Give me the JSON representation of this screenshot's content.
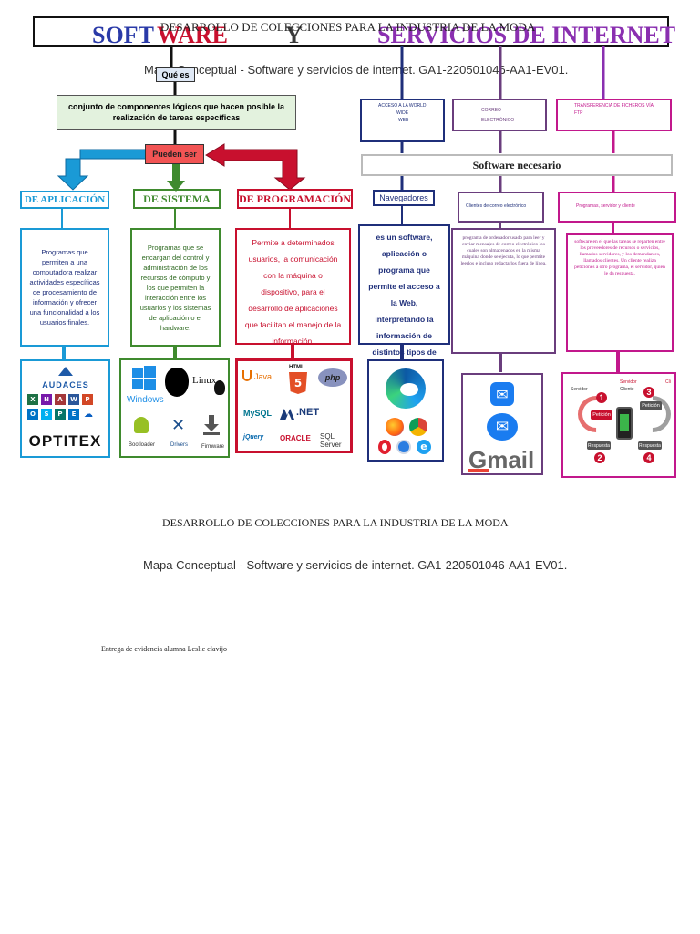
{
  "title": {
    "overlay": "DESARROLLO DE COLECCIONES PARA LA INDUSTRIA DE LA MODA",
    "word_soft": "SOFT",
    "word_ware": "WARE",
    "word_y": "Y",
    "word_servicios": "SERVICIOS DE INTERNET"
  },
  "subtitle_top": "Mapa Conceptual - Software y servicios de internet. GA1-220501046-AA1-EV01.",
  "left_map": {
    "que_es": "Qué es",
    "definition": "conjunto de componentes lógicos que hacen posible la realización de tareas específicas",
    "pueden_ser": "Pueden ser",
    "categories": [
      {
        "title": "DE APLICACIÓN",
        "color": "#1a9ad6",
        "description": "Programas que permiten a una computadora realizar actividades específicas de procesamiento de información y ofrecer una funcionalidad a los usuarios finales.",
        "logos": [
          "AUDACES",
          "OPTITEX"
        ]
      },
      {
        "title": "DE SISTEMA",
        "color": "#3f8a2e",
        "description": "Programas que se encargan del control y administración de los recursos de cómputo y los que permiten la interacción entre los usuarios y los sistemas de aplicación o el hardware.",
        "logos": [
          "Windows",
          "Linux",
          "Bootloader",
          "Drivers",
          "Firmware"
        ]
      },
      {
        "title": "DE PROGRAMACIÓN",
        "color": "#c8102e",
        "description": "Permite a determinados usuarios, la comunicación con la máquina o dispositivo, para el desarrollo de aplicaciones que facilitan el manejo de la información.",
        "logos": [
          "Java",
          "HTML",
          "php",
          "MySQL",
          ".NET",
          "ORACLE",
          "SQL Server",
          "jQuery"
        ]
      }
    ]
  },
  "right_map": {
    "services": [
      {
        "label_lines": [
          "ACCESO A LA WORLD",
          "WIDE",
          "WEB"
        ],
        "color": "#1f2f7a"
      },
      {
        "label_lines": [
          "CORREO",
          "ELECTRÓNICO"
        ],
        "color": "#6a3d7d"
      },
      {
        "label_lines": [
          "TRANSFERENCIA DE FICHEROS VÍA",
          "FTP"
        ],
        "color": "#c2188c"
      }
    ],
    "software_necesario": "Software necesario",
    "tools": [
      {
        "title": "Navegadores",
        "color": "#1f2f7a",
        "description": "es un software, aplicación o programa que permite el acceso a la Web, interpretando la información de distintos tipos de archivos y sitios"
      },
      {
        "title": "Clientes de correo electrónico",
        "color": "#6a3d7d",
        "description": "programa de ordenador usado para leer y enviar mensajes de correo electrónico los cuales son almacenados en la misma máquina donde se ejecuta, lo que permite leerlos e incluso redactarlos fuera de línea.",
        "logo_text": "Gmail"
      },
      {
        "title": "Programas, servidor y cliente",
        "color": "#c2188c",
        "description": "software en el que las tareas se reparten entre los proveedores de recursos o servicios, llamados servidores, y los demandantes, llamados clientes. Un cliente realiza peticiones a otro programa, el servidor, quien le da respuesta.",
        "diagram_labels": [
          "Servidor",
          "Cliente",
          "Servidor",
          "Petición",
          "Respuesta",
          "Petición",
          "Respuesta",
          "1",
          "2",
          "3",
          "4",
          "Cli"
        ]
      }
    ]
  },
  "footer": {
    "heading": "DESARROLLO DE COLECCIONES PARA LA INDUSTRIA DE LA MODA",
    "subheading": "Mapa Conceptual - Software y servicios de internet. GA1-220501046-AA1-EV01.",
    "credit": "Entrega de evidencia alumna Leslie clavijo"
  }
}
